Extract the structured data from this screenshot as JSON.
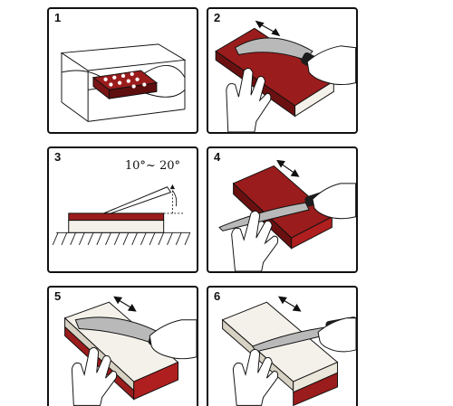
{
  "steps": [
    {
      "number": "1"
    },
    {
      "number": "2"
    },
    {
      "number": "3",
      "angle_label": "10°~ 20°"
    },
    {
      "number": "4"
    },
    {
      "number": "5"
    },
    {
      "number": "6"
    }
  ],
  "colors": {
    "stone_red": "#9b1c1c",
    "stone_red_dark": "#5e0e0e",
    "stone_white": "#f4f1ea",
    "blade": "#b9b9b9",
    "handle": "#1d1d1d",
    "outline": "#111111"
  },
  "icons": [
    "water-tank-icon",
    "whetstone-icon",
    "knife-icon",
    "hand-icon",
    "double-arrow-icon",
    "angle-icon"
  ]
}
